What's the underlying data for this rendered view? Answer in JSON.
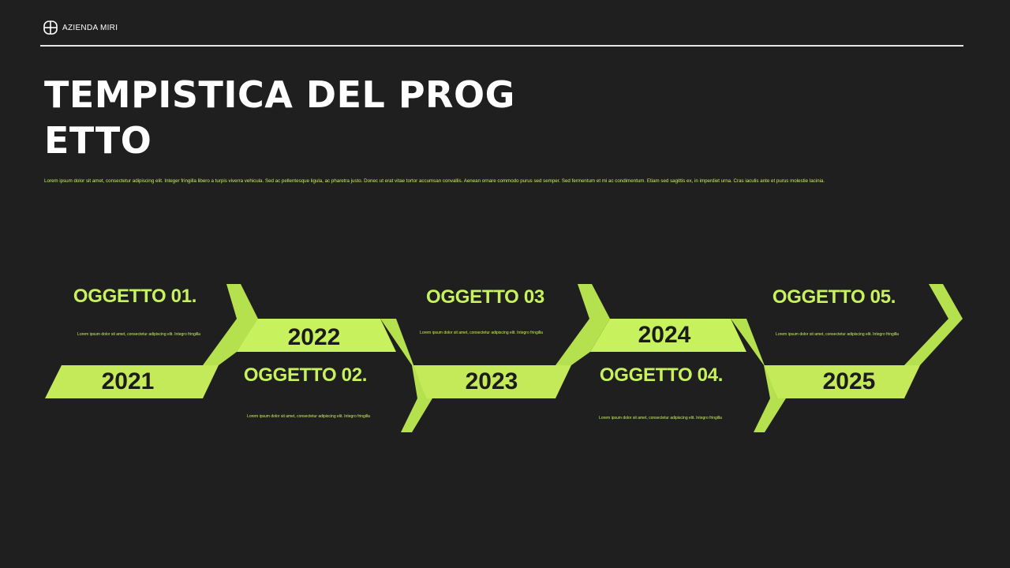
{
  "brand": {
    "name": "AZIENDA MIRI",
    "icon": "grid-logo-icon"
  },
  "title": "TEMPISTICA DEL PROGETTO",
  "intro": "Lorem ipsum dolor sit amet, consectetur adipiscing elit. Integer fringilla libero a turpis viverra vehicula. Sed ac pellentesque ligula, ac pharetra justo. Donec ut erat vitae tortor accumsan convallis. Aenean ornare commodo purus sed semper. Sed fermentum et mi ac condimentum. Etiam sed sagittis ex, in imperdiet urna. Cras iaculis ante et purus molestie lacinia.",
  "colors": {
    "background": "#1f1f20",
    "accent": "#c7f25e",
    "accent_dark": "#a9d14a"
  },
  "timeline": [
    {
      "year": "2021",
      "title": "OGGETTO 01.",
      "desc": "Lorem ipsum dolor sit amet, consectetur adipiscing elit. Integro fringilla"
    },
    {
      "year": "2022",
      "title": "OGGETTO 02.",
      "desc": "Lorem ipsum dolor sit amet, consectetur adipiscing elit. Integro fringilla"
    },
    {
      "year": "2023",
      "title": "OGGETTO 03",
      "desc": "Lorem ipsum dolor sit amet, consectetur adipiscing elit. Integro fringilla"
    },
    {
      "year": "2024",
      "title": "OGGETTO 04.",
      "desc": "Lorem ipsum dolor sit amet, consectetur adipiscing elit. Integro fringilla"
    },
    {
      "year": "2025",
      "title": "OGGETTO 05.",
      "desc": "Lorem ipsum dolor sit amet, consectetur adipiscing elit. Integro fringilla"
    }
  ]
}
